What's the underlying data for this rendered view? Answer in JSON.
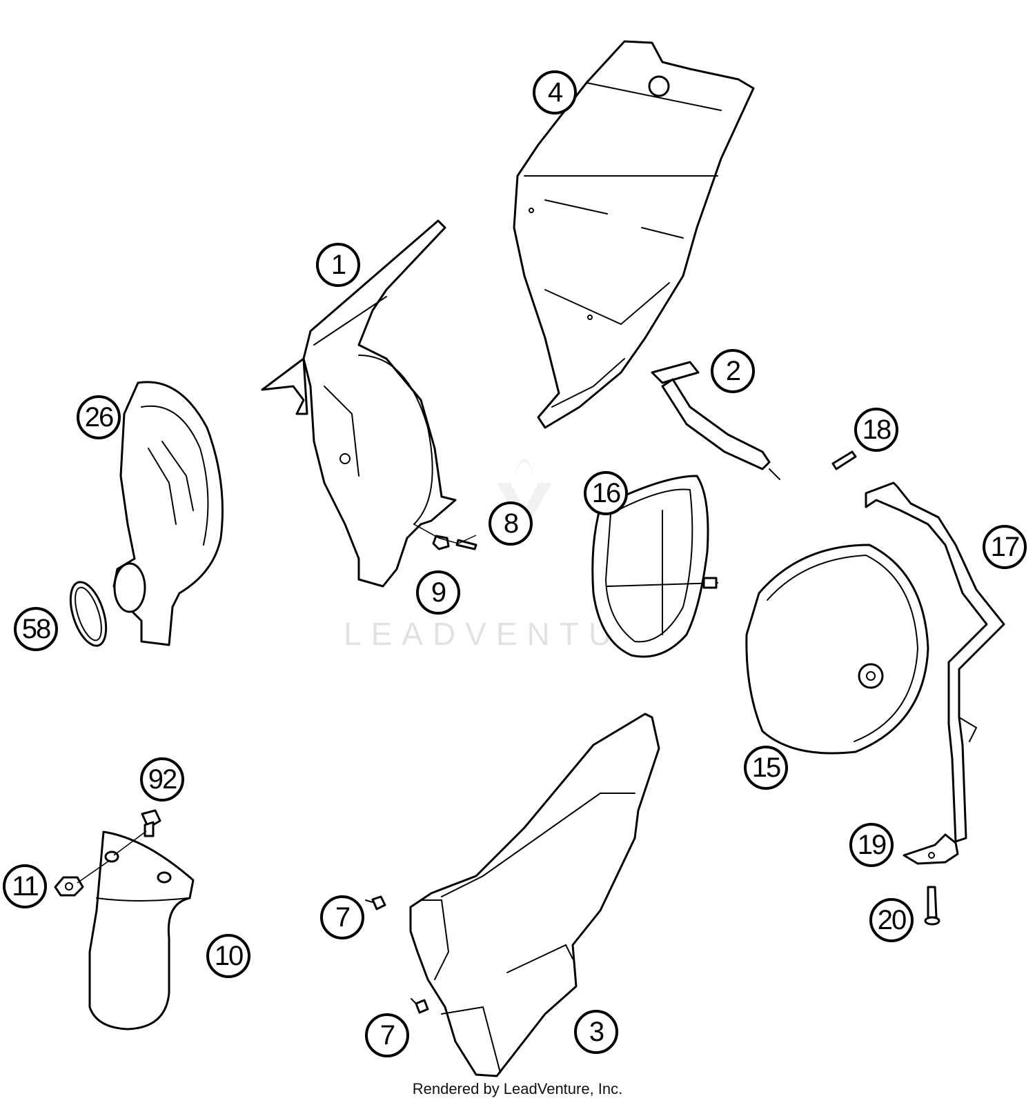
{
  "diagram": {
    "callouts": [
      {
        "id": "1",
        "label": "1"
      },
      {
        "id": "2",
        "label": "2"
      },
      {
        "id": "3",
        "label": "3"
      },
      {
        "id": "4",
        "label": "4"
      },
      {
        "id": "7a",
        "label": "7"
      },
      {
        "id": "7b",
        "label": "7"
      },
      {
        "id": "8",
        "label": "8"
      },
      {
        "id": "9",
        "label": "9"
      },
      {
        "id": "10",
        "label": "10"
      },
      {
        "id": "11",
        "label": "11"
      },
      {
        "id": "15",
        "label": "15"
      },
      {
        "id": "16",
        "label": "16"
      },
      {
        "id": "17",
        "label": "17"
      },
      {
        "id": "18",
        "label": "18"
      },
      {
        "id": "19",
        "label": "19"
      },
      {
        "id": "20",
        "label": "20"
      },
      {
        "id": "26",
        "label": "26"
      },
      {
        "id": "58",
        "label": "58"
      },
      {
        "id": "92",
        "label": "92"
      }
    ]
  },
  "watermark": {
    "text": "LEADVENTURE"
  },
  "footer": {
    "text": "Rendered by LeadVenture, Inc."
  }
}
